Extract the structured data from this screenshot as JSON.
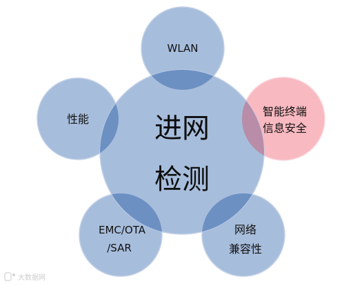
{
  "diagram": {
    "center": {
      "line1": "进网",
      "line2": "检测"
    },
    "nodes": {
      "wlan": {
        "line1": "WLAN"
      },
      "security": {
        "line1": "智能终端",
        "line2": "信息安全"
      },
      "network": {
        "line1": "网络",
        "line2": "兼容性"
      },
      "emc": {
        "line1": "EMC/OTA",
        "line2": "/SAR"
      },
      "performance": {
        "line1": "性能"
      }
    },
    "colors": {
      "circle_fill": "#a7bddc",
      "circle_stroke": "#c3d1e6",
      "overlap_fill": "#6d90c3",
      "security_fill": "#f8b9c1",
      "security_stroke": "#fbd3d8",
      "security_overlap": "#b98ca8"
    },
    "watermark": {
      "text": "大数据网",
      "icon": "watermark-logo-icon"
    }
  }
}
